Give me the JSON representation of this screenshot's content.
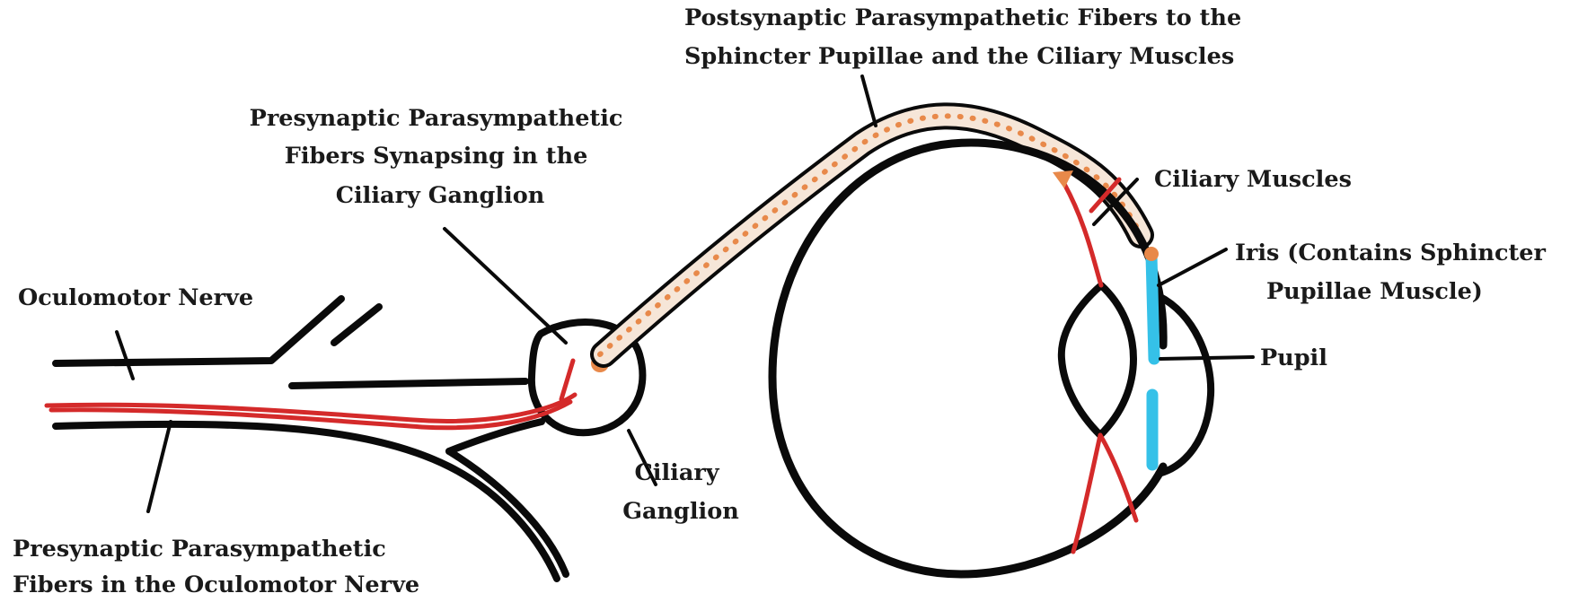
{
  "labels": {
    "postsynaptic": [
      "Postsynaptic Parasympathetic Fibers to the",
      "Sphincter Pupillae and the Ciliary Muscles"
    ],
    "presynaptic_synapsing": [
      "Presynaptic Parasympathetic",
      "Fibers Synapsing in the",
      "Ciliary Ganglion"
    ],
    "oculomotor_nerve": "Oculomotor Nerve",
    "presynaptic_in_nerve": [
      "Presynaptic Parasympathetic",
      "Fibers in the Oculomotor Nerve"
    ],
    "ciliary_ganglion": [
      "Ciliary",
      "Ganglion"
    ],
    "ciliary_muscles": "Ciliary Muscles",
    "iris": [
      "Iris (Contains Sphincter",
      "Pupillae Muscle)"
    ],
    "pupil": "Pupil"
  },
  "colors": {
    "outline": "#0a0a0a",
    "presynaptic_fiber": "#d42a2a",
    "postsynaptic_dots": "#e8894a",
    "postsynaptic_fill": "#f6e6d8",
    "iris": "#35c1e8"
  }
}
